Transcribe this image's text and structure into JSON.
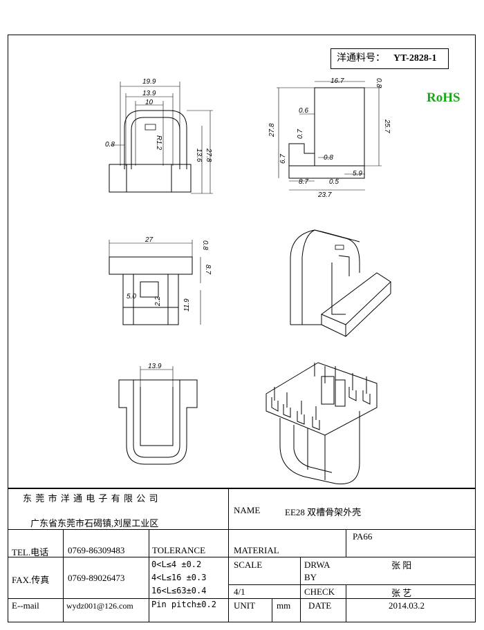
{
  "part_number": {
    "label": "洋通料号：",
    "value": "YT-2828-1"
  },
  "rohs": "RoHS",
  "colors": {
    "rohs": "#1aa51a"
  },
  "dimensions": {
    "d19_9": "19.9",
    "d13_9": "13.9",
    "d10": "10",
    "r12": "R1.2",
    "d0_8a": "0.8",
    "d13_6": "13.6",
    "d27_8a": "27.8",
    "d16_7": "16.7",
    "d0_8b": "0.8",
    "d0_6": "0.6",
    "d27_8b": "27.8",
    "d0_7": "0.7",
    "d25_7": "25.7",
    "d6_7": "6.7",
    "d0_8c": "0.8",
    "d5_9": "5.9",
    "d8_7a": "8.7",
    "d0_5": "0.5",
    "d23_7": "23.7",
    "d27": "27",
    "d0_8d": "0.8",
    "d8_7b": "8.7",
    "d5_0": "5.0",
    "d2_2": "2.2",
    "d11_9": "11.9",
    "d13_9b": "13.9"
  },
  "title_block": {
    "company": "东 莞 市 洋 通 电 子 有 限 公 司",
    "address": "广东省东莞市石碣镇,刘屋工业区",
    "name_label": "NAME",
    "name_value": "EE28 双槽骨架外壳",
    "tel_label": "TEL.电话",
    "tel_value": "0769-86309483",
    "fax_label": "FAX.传真",
    "fax_value": "0769-89026473",
    "email_label": "E--mail",
    "email_value": "wydz001@126.com",
    "tolerance_label": "TOLERANCE",
    "tol1": "0<L≤4  ±0.2",
    "tol2": "4<L≤16 ±0.3",
    "tol3": "16<L≤63±0.4",
    "tol4": "Pin pitch±0.2",
    "material_label": "MATERIAL",
    "material_value": "PA66",
    "scale_label": "SCALE",
    "scale_value": "4/1",
    "unit_label": "UNIT",
    "unit_value": "mm",
    "drwa_label": "DRWA",
    "by_label": "BY",
    "drawn_by": "张 阳",
    "check_label": "CHECK",
    "checked_by": "张 艺",
    "date_label": "DATE",
    "date_value": "2014.03.2"
  }
}
